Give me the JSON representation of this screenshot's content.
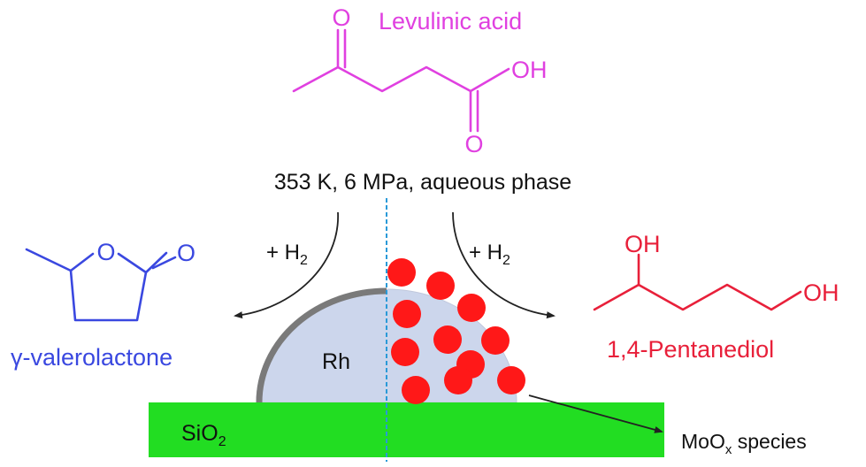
{
  "reactant": {
    "name": "Levulinic acid",
    "oxygen_label": "O",
    "hydroxyl_label": "OH",
    "color": "#e040e0"
  },
  "conditions": "353 K, 6 MPa, aqueous phase",
  "left_arrow": {
    "reagent_prefix": "+ H",
    "subscript": "2"
  },
  "right_arrow": {
    "reagent_prefix": "+ H",
    "subscript": "2"
  },
  "product_left": {
    "name": "γ-valerolactone",
    "ring_oxygen_label": "O",
    "carbonyl_label": "O",
    "color": "#3a48e0"
  },
  "product_right": {
    "name": "1,4-Pentanediol",
    "hydroxyl_top_label": "OH",
    "hydroxyl_end_label": "OH",
    "color": "#e8203a"
  },
  "catalyst": {
    "metal_label": "Rh",
    "support_prefix": "SiO",
    "support_subscript": "2",
    "promoter_prefix": "MoO",
    "promoter_subscript": "x",
    "promoter_suffix": " species",
    "metal_fill": "#ccd6ec",
    "support_fill": "#22dd22",
    "promoter_fill": "#ff1818"
  }
}
